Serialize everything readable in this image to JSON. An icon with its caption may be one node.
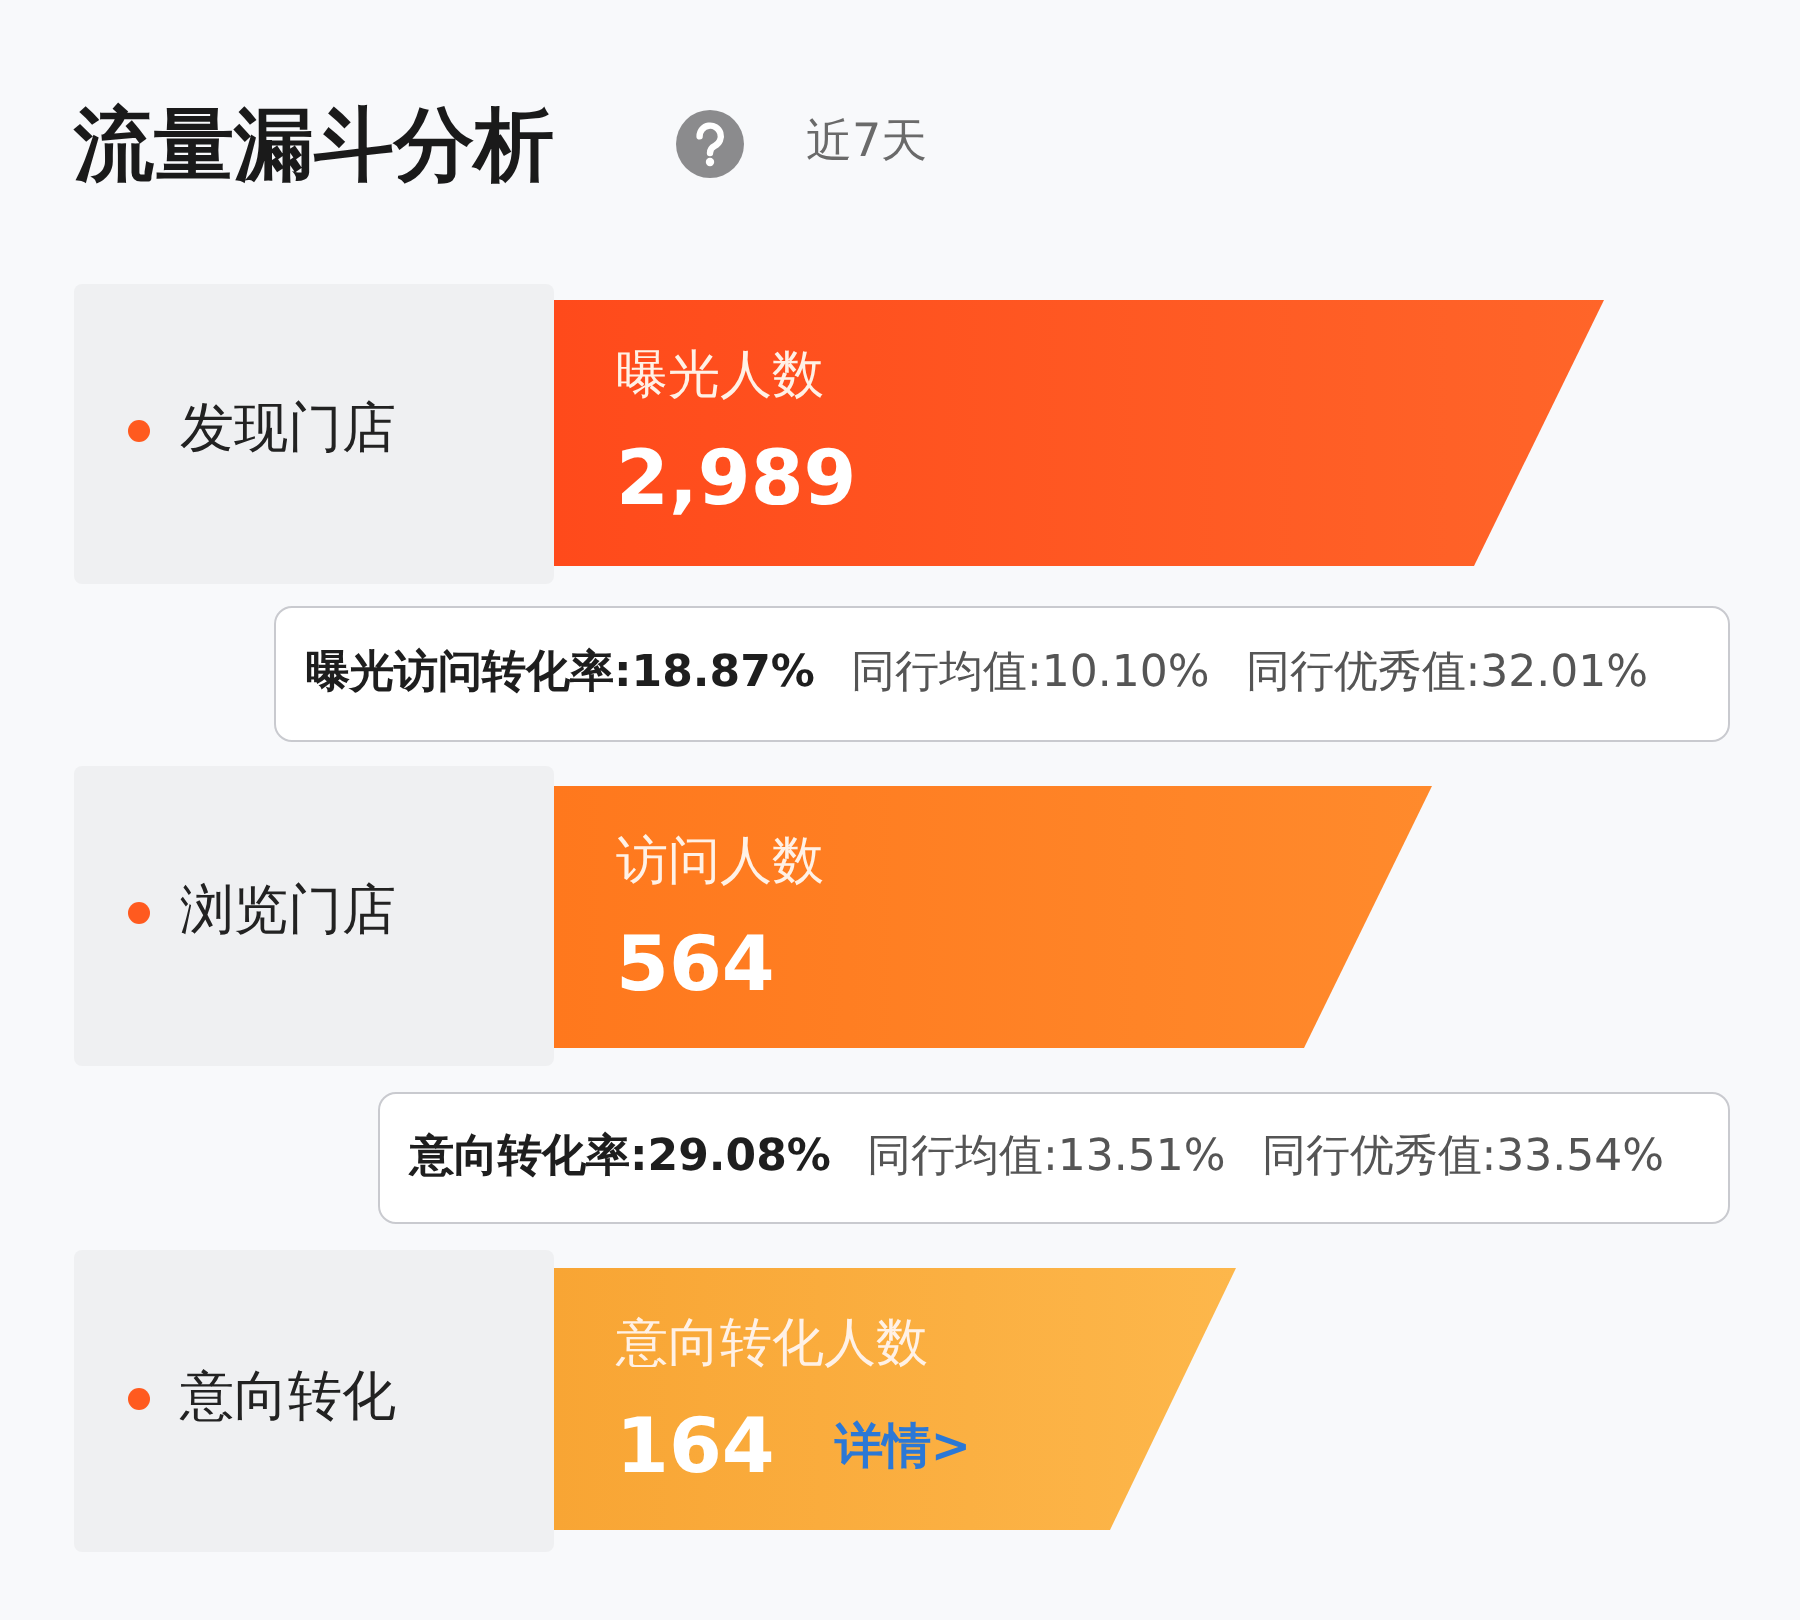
{
  "diagram": {
    "title": "流量漏斗分析",
    "nodes": [
      {
        "text": [
          "发现门店"
        ]
      },
      {
        "text": [
          "曝光人数",
          "2,989"
        ]
      },
      {
        "text": [
          "曝光访问转化率:18.87%",
          "同行均值:10.10%",
          "同行优秀值:32.01%"
        ]
      },
      {
        "text": [
          "浏览门店"
        ]
      },
      {
        "text": [
          "访问人数",
          "564"
        ]
      },
      {
        "text": [
          "意向转化率:29.08%",
          "同行均值:13.51%",
          "同行优秀值:33.54%"
        ]
      },
      {
        "text": [
          "意向转化"
        ]
      },
      {
        "text": [
          "意向转化人数",
          "164",
          "详情>"
        ]
      }
    ],
    "labels": [
      "近7天"
    ]
  }
}
